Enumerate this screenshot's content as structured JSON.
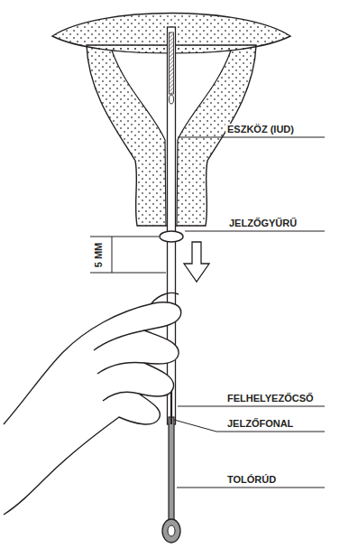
{
  "diagram": {
    "labels": [
      "ESZKÖZ (IUD)",
      "JELZŐGYŰRŰ",
      "5 MM",
      "FELHELYEZŐCSŐ",
      "JELZŐFONAL",
      "TOLÓRÚD"
    ]
  }
}
